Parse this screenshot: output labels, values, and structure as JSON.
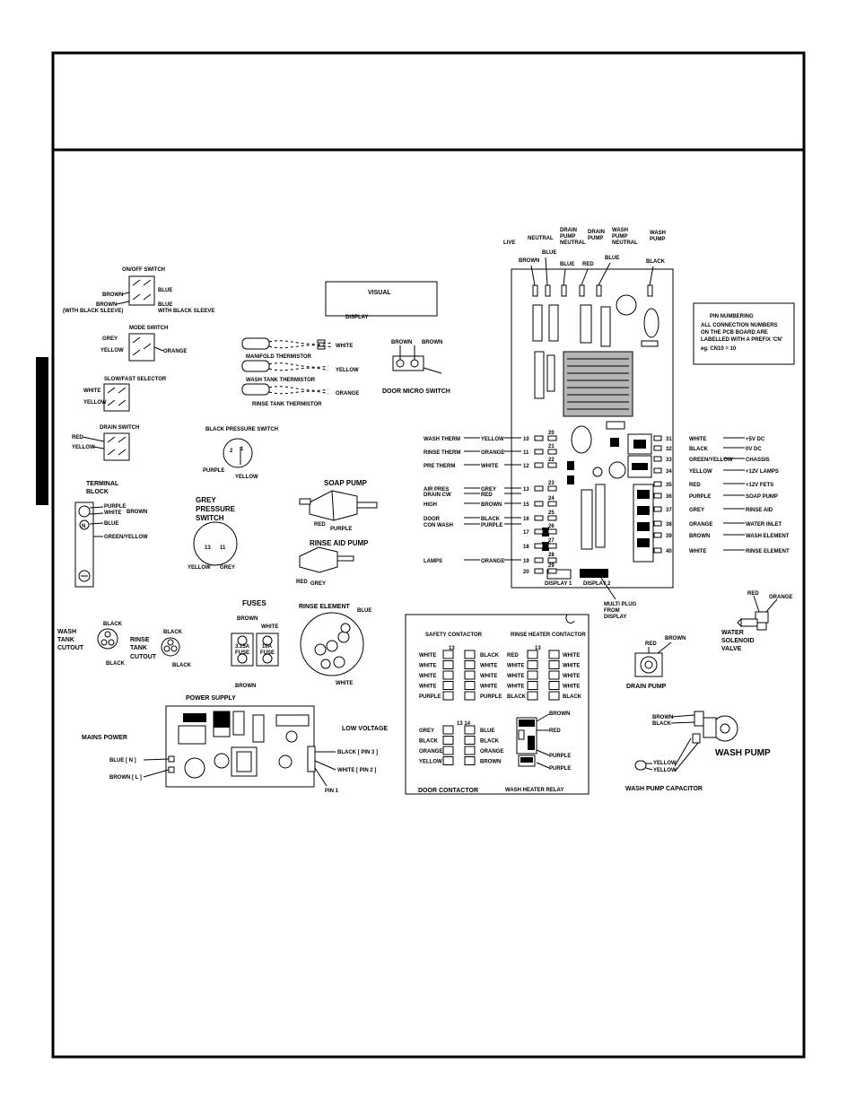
{
  "colors": {
    "ink": "#000000",
    "paper": "#ffffff",
    "heatsink": "#b5b5b5"
  },
  "on_off_switch": {
    "title": "ON/OFF SWITCH",
    "brown": "BROWN",
    "blue": "BLUE",
    "brown2": "BROWN",
    "brown2_note": "(WITH BLACK SLEEVE)",
    "blue2": "BLUE",
    "blue2_note": "WITH BLACK SLEEVE"
  },
  "mode_switch": {
    "title": "MODE SWITCH",
    "grey": "GREY",
    "yellow": "YELLOW",
    "orange": "ORANGE"
  },
  "selector": {
    "title": "SLOW/FAST SELECTOR",
    "white": "WHITE",
    "yellow": "YELLOW"
  },
  "drain_switch": {
    "title": "DRAIN SWITCH",
    "red": "RED",
    "yellow": "YELLOW"
  },
  "terminal_block": {
    "title1": "TERMINAL",
    "title2": "BLOCK",
    "purple": "PURPLE",
    "white": "WHITE",
    "brown": "BROWN",
    "blue": "BLUE",
    "green_yellow": "GREEN/YELLOW",
    "n": "N"
  },
  "visual_display": {
    "title": "VISUAL",
    "sub": "DISPLAY"
  },
  "thermistors": {
    "white": "WHITE",
    "manifold": "MANIFOLD THERMISTOR",
    "yellow": "YELLOW",
    "wash_tank": "WASH TANK THERMISTOR",
    "orange": "ORANGE",
    "rinse_tank": "RINSE TANK THERMISTOR"
  },
  "door_micro": {
    "brown1": "BROWN",
    "brown2": "BROWN",
    "title": "DOOR MICRO SWITCH"
  },
  "black_pressure": {
    "title": "BLACK PRESSURE SWITCH",
    "p2": "2",
    "p1": "1",
    "purple": "PURPLE",
    "yellow": "YELLOW"
  },
  "grey_pressure": {
    "line1": "GREY",
    "line2": "PRESSURE",
    "line3": "SWITCH",
    "p13": "13",
    "p11": "11",
    "yellow": "YELLOW",
    "grey": "GREY"
  },
  "soap_pump": {
    "title": "SOAP PUMP",
    "red": "RED",
    "purple": "PURPLE"
  },
  "rinse_aid_pump": {
    "title": "RINSE AID PUMP",
    "red": "RED",
    "grey": "GREY"
  },
  "fuses": {
    "title": "FUSES",
    "brown_top": "BROWN",
    "white_top": "WHITE",
    "amp1": "3.15A",
    "fuse1": "FUSE",
    "amp2": "10A",
    "fuse2": "FUSE",
    "brown_bottom": "BROWN"
  },
  "rinse_element": {
    "title": "RINSE ELEMENT",
    "blue": "BLUE",
    "white": "WHITE"
  },
  "cutouts": {
    "wash1": "WASH",
    "wash2": "TANK",
    "wash3": "CUTOUT",
    "w_black_top": "BLACK",
    "w_black_bot": "BLACK",
    "rinse1": "RINSE",
    "rinse2": "TANK",
    "rinse3": "CUTOUT",
    "r_black_top": "BLACK",
    "r_black_bot": "BLACK"
  },
  "power_supply": {
    "title": "POWER SUPPLY",
    "mains": "MAINS POWER",
    "blue": "BLUE  [ N ]",
    "brown": "BROWN [ L ]",
    "low_voltage": "LOW VOLTAGE",
    "black_pin": "BLACK  [ PIN 3 ]",
    "white_pin": "WHITE  [ PIN 2 ]",
    "pin1": "PIN 1"
  },
  "pcb": {
    "top": {
      "live": "LIVE",
      "brown": "BROWN",
      "neutral": "NEUTRAL",
      "blue1": "BLUE",
      "drain_pump_neutral": [
        "DRAIN",
        "PUMP",
        "NEUTRAL"
      ],
      "blue2": "BLUE",
      "drain_pump": [
        "DRAIN",
        "PUMP"
      ],
      "red": "RED",
      "wash_pump_neutral": [
        "WASH",
        "PUMP",
        "NEUTRAL"
      ],
      "blue3": "BLUE",
      "wash_pump": [
        "WASH",
        "PUMP"
      ],
      "black": "BLACK"
    },
    "left": [
      {
        "name": "WASH THERM",
        "color": "YELLOW",
        "pin": "10",
        "pin2": "20"
      },
      {
        "name": "RINSE THERM",
        "color": "ORANGE",
        "pin": "11",
        "pin2": "21"
      },
      {
        "name": "PRE THERM",
        "color": "WHITE",
        "pin": "12",
        "pin2": "22"
      },
      {
        "name": "AIR PRES",
        "color": "GREY",
        "pin": "13",
        "pin2": "23"
      },
      {
        "name": "DRAIN CW",
        "color": "RED",
        "pin": "",
        "pin2": ""
      },
      {
        "name": "HIGH",
        "color": "BROWN",
        "pin": "15",
        "pin2": "24"
      },
      {
        "name": "DOOR",
        "color": "BLACK",
        "pin": "16",
        "pin2": "25"
      },
      {
        "name": "CON WASH",
        "color": "PURPLE",
        "pin": "",
        "pin2": ""
      },
      {
        "name": "",
        "color": "",
        "pin": "17",
        "pin2": "26"
      },
      {
        "name": "",
        "color": "",
        "pin": "18",
        "pin2": "27"
      },
      {
        "name": "LAMPS",
        "color": "ORANGE",
        "pin": "19",
        "pin2": "28"
      },
      {
        "name": "",
        "color": "",
        "pin": "20",
        "pin2": "29"
      }
    ],
    "right": [
      {
        "pin": "31",
        "color": "WHITE",
        "func": "+5V DC"
      },
      {
        "pin": "32",
        "color": "BLACK",
        "func": "0V DC"
      },
      {
        "pin": "33",
        "color": "GREEN/YELLOW",
        "func": "CHASSIS"
      },
      {
        "pin": "34",
        "color": "YELLOW",
        "func": "+12V LAMPS"
      },
      {
        "pin": "35",
        "color": "RED",
        "func": "+12V FETS"
      },
      {
        "pin": "36",
        "color": "PURPLE",
        "func": "SOAP PUMP"
      },
      {
        "pin": "37",
        "color": "GREY",
        "func": "RINSE AID"
      },
      {
        "pin": "38",
        "color": "ORANGE",
        "func": "WATER INLET"
      },
      {
        "pin": "39",
        "color": "BROWN",
        "func": "WASH ELEMENT"
      },
      {
        "pin": "40",
        "color": "WHITE",
        "func": "RINSE ELEMENT"
      }
    ],
    "display1": "DISPLAY 1",
    "display2": "DISPLAY 2",
    "multi_plug": [
      "MULTI PLUG",
      "FROM",
      "DISPLAY"
    ]
  },
  "note": {
    "line1": "PIN NUMBERING",
    "line2": "ALL CONNECTION NUMBERS",
    "line3": "ON THE PCB BOARD ARE",
    "line4": "LABELLED WITH A PREFIX 'CN'",
    "line5": "eg. CN10  =  10"
  },
  "contactor": {
    "safety_title": "SAFETY CONTACTOR",
    "rinse_title": "RINSE HEATER CONTACTOR",
    "safety_left": [
      "WHITE",
      "WHITE",
      "WHITE",
      "WHITE",
      "PURPLE"
    ],
    "safety_right": [
      "BLACK",
      "WHITE",
      "WHITE",
      "WHITE",
      "PURPLE"
    ],
    "rinse_left": [
      "RED",
      "WHITE",
      "WHITE",
      "WHITE",
      "BLACK"
    ],
    "rinse_right": [
      "WHITE",
      "WHITE",
      "WHITE",
      "WHITE",
      "BLACK"
    ],
    "door_left": [
      "GREY",
      "BLACK",
      "ORANGE",
      "YELLOW"
    ],
    "door_right": [
      "BLUE",
      "BLACK",
      "ORANGE",
      "BROWN"
    ],
    "relay_labels": [
      "BROWN",
      "RED",
      "PURPLE",
      "PURPLE"
    ],
    "door_title": "DOOR CONTACTOR",
    "relay_title": "WASH HEATER RELAY"
  },
  "water_valve": {
    "red": "RED",
    "orange": "ORANGE",
    "l1": "WATER",
    "l2": "SOLENOID",
    "l3": "VALVE"
  },
  "drain_pump": {
    "red": "RED",
    "brown": "BROWN",
    "title": "DRAIN PUMP"
  },
  "wash_pump": {
    "brown": "BROWN",
    "black": "BLACK",
    "yellow1": "YELLOW",
    "yellow2": "YELLOW",
    "title": "WASH PUMP",
    "capacitor": "WASH  PUMP CAPACITOR"
  }
}
